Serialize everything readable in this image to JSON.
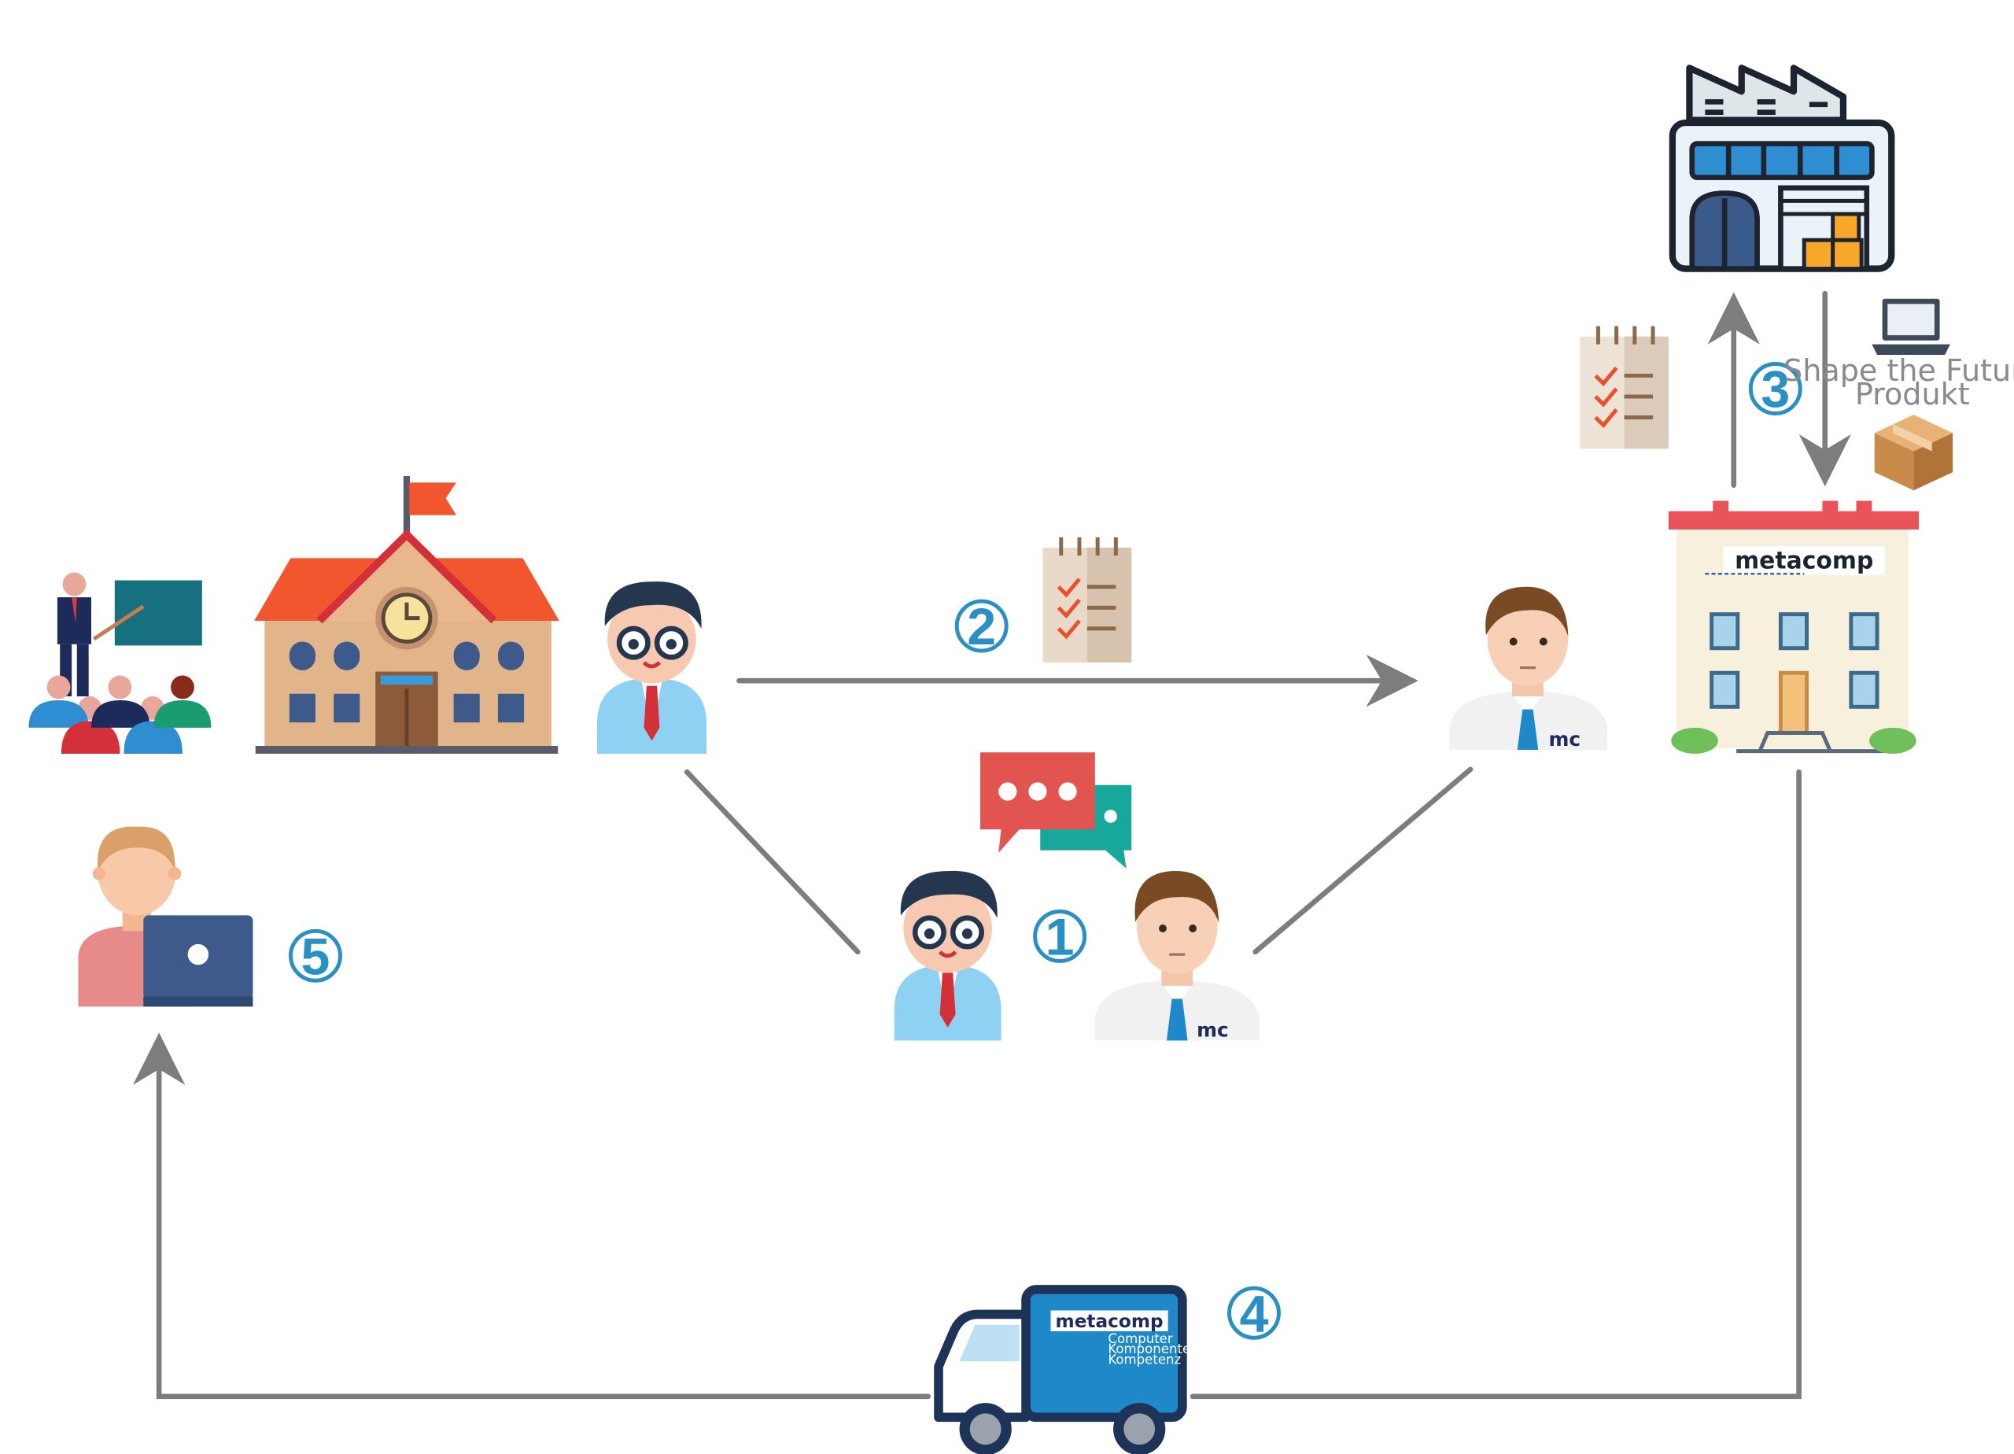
{
  "steps": [
    "1",
    "2",
    "3",
    "4",
    "5"
  ],
  "labels": {
    "warehouse_caption_line1": "Shape the Future",
    "warehouse_caption_line2": "Produkt",
    "building_logo": "metacomp",
    "truck_logo": "metacomp",
    "truck_tagline_1": "Computer",
    "truck_tagline_2": "Komponenten",
    "truck_tagline_3": "Kompetenz",
    "rep_badge": "mc"
  },
  "colors": {
    "accent": "#2a8fc4",
    "connector": "#7d7d7d",
    "truck_body": "#1e88c8",
    "outline": "#233a5a"
  },
  "icons": [
    "teacher-class-icon",
    "school-icon",
    "customer-icon",
    "checklist-icon",
    "rep-icon",
    "chat-bubbles-icon",
    "factory-icon",
    "laptop-icon",
    "box-icon",
    "metacomp-building-icon",
    "user-laptop-icon",
    "delivery-truck-icon"
  ]
}
